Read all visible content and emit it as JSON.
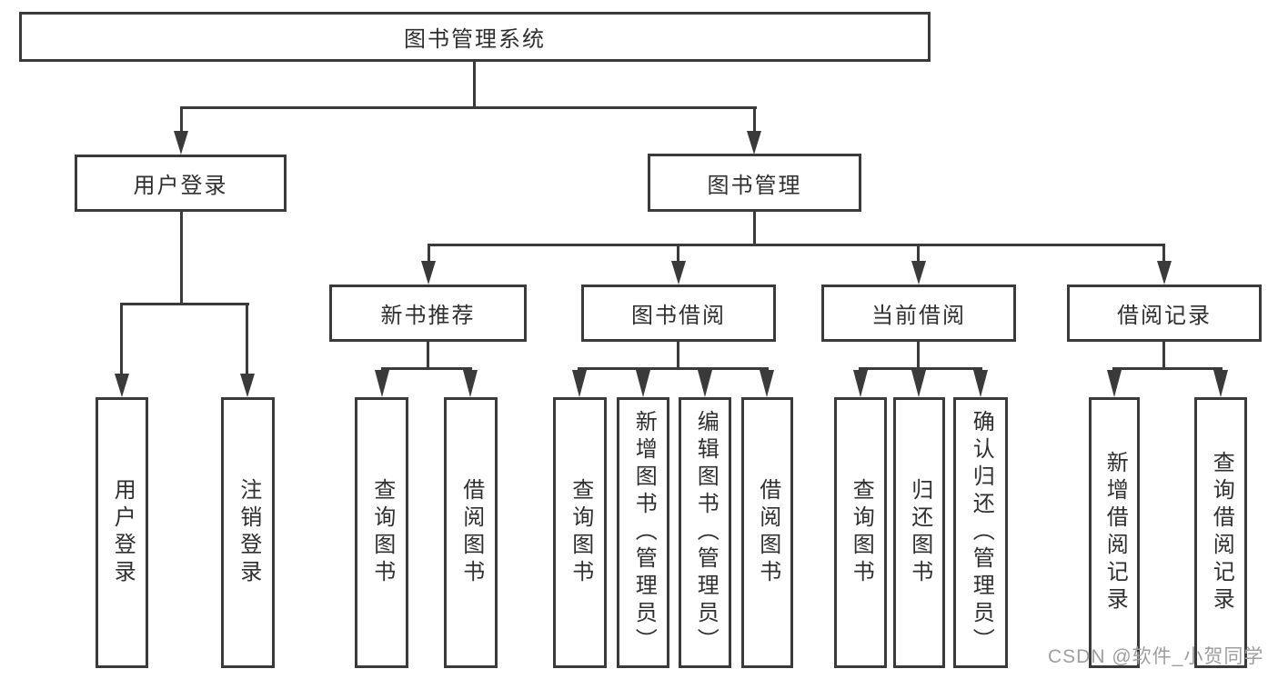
{
  "diagram": {
    "root": {
      "label": "图书管理系统"
    },
    "level2": {
      "user_login": "用户登录",
      "book_management": "图书管理"
    },
    "level3": {
      "new_book": "新书推荐",
      "book_borrow": "图书借阅",
      "current_borrow": "当前借阅",
      "borrow_records": "借阅记录"
    },
    "leaves": {
      "user_login": [
        "用户登录",
        "注销登录"
      ],
      "new_book": [
        "查询图书",
        "借阅图书"
      ],
      "book_borrow": [
        "查询图书",
        "新增图书（管理员）",
        "编辑图书（管理员）",
        "借阅图书"
      ],
      "current_borrow": [
        "查询图书",
        "归还图书",
        "确认归还（管理员）"
      ],
      "borrow_records": [
        "新增借阅记录",
        "查询借阅记录"
      ]
    }
  },
  "watermark": {
    "text": "CSDN @软件_小贺同学"
  },
  "colors": {
    "line": "#3a3a3a",
    "text": "#2f2f2f",
    "watermark": "#9e9e9e",
    "background": "#ffffff"
  }
}
